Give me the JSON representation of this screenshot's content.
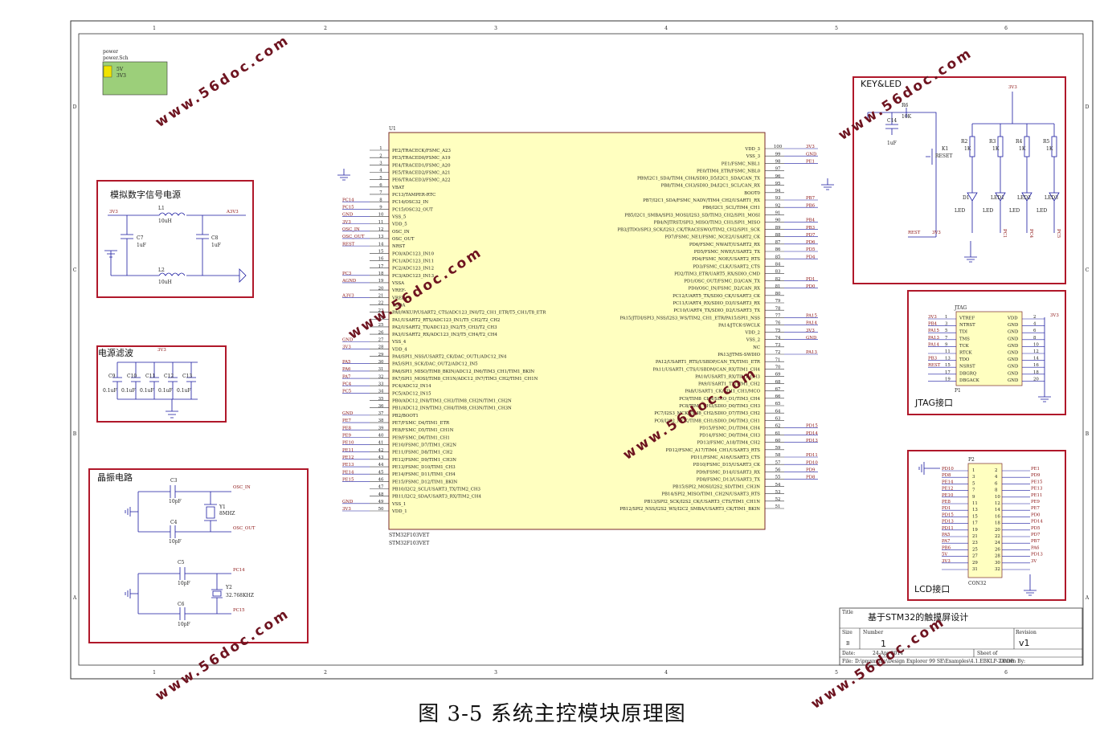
{
  "sheet": {
    "col_labels": [
      "1",
      "2",
      "3",
      "4",
      "5",
      "6"
    ],
    "row_labels": [
      "D",
      "C",
      "B",
      "A"
    ]
  },
  "power": {
    "title1": "power",
    "title2": "power.Sch",
    "port1": "5V",
    "port2": "3V3"
  },
  "analog_block": {
    "title": "模拟数字信号电源",
    "net_in": "3V3",
    "net_out": "A3V3",
    "l1": "L1",
    "l1_val": "10uH",
    "l2": "L2",
    "l2_val": "10uH",
    "c7": "C7",
    "c7_val": "1uF",
    "c8": "C8",
    "c8_val": "1uF"
  },
  "filter_block": {
    "title": "电源滤波",
    "net": "3V3",
    "caps": [
      "C9",
      "C10",
      "C11",
      "C12",
      "C13"
    ],
    "cap_val": "0.1uF"
  },
  "crystal_block": {
    "title": "晶振电路",
    "c3": "C3",
    "c3_val": "10pF",
    "c4": "C4",
    "c4_val": "10pF",
    "y1": "Y1",
    "y1_val": "8MHZ",
    "osc_in": "OSC_IN",
    "osc_out": "OSC_OUT",
    "c5": "C5",
    "c5_val": "10pF",
    "c6": "C6",
    "c6_val": "10pF",
    "y2": "Y2",
    "y2_val": "32.768KHZ",
    "pc14": "PC14",
    "pc15": "PC15"
  },
  "mcu": {
    "ref": "U1",
    "part1": "STM32F103VET",
    "part2": "STM32F103VET",
    "left_pins": [
      {
        "n": "1",
        "name": "PE2/TRACECK/FSMC_A23",
        "net": ""
      },
      {
        "n": "2",
        "name": "PE3/TRACED0/FSMC_A19",
        "net": ""
      },
      {
        "n": "3",
        "name": "PE4/TRACED1/FSMC_A20",
        "net": ""
      },
      {
        "n": "4",
        "name": "PE5/TRACED2/FSMC_A21",
        "net": ""
      },
      {
        "n": "5",
        "name": "PE6/TRACED3/FSMC_A22",
        "net": ""
      },
      {
        "n": "6",
        "name": "VBAT",
        "net": ""
      },
      {
        "n": "7",
        "name": "PC13/TAMPER-RTC",
        "net": ""
      },
      {
        "n": "8",
        "name": "PC14/OSC32_IN",
        "net": "PC14"
      },
      {
        "n": "9",
        "name": "PC15/OSC32_OUT",
        "net": "PC15"
      },
      {
        "n": "10",
        "name": "VSS_5",
        "net": "GND"
      },
      {
        "n": "11",
        "name": "VDD_5",
        "net": "3V3"
      },
      {
        "n": "12",
        "name": "OSC_IN",
        "net": "OSC_IN"
      },
      {
        "n": "13",
        "name": "OSC_OUT",
        "net": "OSC_OUT"
      },
      {
        "n": "14",
        "name": "NRST",
        "net": "REST"
      },
      {
        "n": "15",
        "name": "PC0/ADC123_IN10",
        "net": ""
      },
      {
        "n": "16",
        "name": "PC1/ADC123_IN11",
        "net": ""
      },
      {
        "n": "17",
        "name": "PC2/ADC123_IN12",
        "net": ""
      },
      {
        "n": "18",
        "name": "PC3/ADC123_IN13",
        "net": "PC3"
      },
      {
        "n": "19",
        "name": "VSSA",
        "net": "AGND"
      },
      {
        "n": "20",
        "name": "VREF-",
        "net": ""
      },
      {
        "n": "21",
        "name": "VREF+",
        "net": "A3V3"
      },
      {
        "n": "22",
        "name": "VDDA",
        "net": ""
      },
      {
        "n": "23",
        "name": "PA0/WKUP/USART2_CTS/ADC123_IN0/T2_CH1_ETR/T5_CH1/T8_ETR",
        "net": ""
      },
      {
        "n": "24",
        "name": "PA1/USART2_RTS/ADC123_IN1/T5_CH2/T2_CH2",
        "net": ""
      },
      {
        "n": "25",
        "name": "PA2/USART2_TX/ADC123_IN2/T5_CH3/T2_CH3",
        "net": ""
      },
      {
        "n": "26",
        "name": "PA3/USART2_RX/ADC123_IN3/T5_CH4/T2_CH4",
        "net": ""
      },
      {
        "n": "27",
        "name": "VSS_4",
        "net": "GND"
      },
      {
        "n": "28",
        "name": "VDD_4",
        "net": "3V3"
      },
      {
        "n": "29",
        "name": "PA4/SPI1_NSS/USART2_CK/DAC_OUT1/ADC12_IN4",
        "net": ""
      },
      {
        "n": "30",
        "name": "PA5/SPI1_SCK/DAC_OUT2/ADC12_IN5",
        "net": "PA5"
      },
      {
        "n": "31",
        "name": "PA6/SPI1_MISO/TIM8_BKIN/ADC12_IN6/TIM3_CH1/TIM1_BKIN",
        "net": "PA6"
      },
      {
        "n": "32",
        "name": "PA7/SPI1_MOSI/TIM8_CH1N/ADC12_IN7/TIM3_CH2/TIM1_CH1N",
        "net": "PA7"
      },
      {
        "n": "33",
        "name": "PC4/ADC12_IN14",
        "net": "PC4"
      },
      {
        "n": "34",
        "name": "PC5/ADC12_IN15",
        "net": "PC5"
      },
      {
        "n": "35",
        "name": "PB0/ADC12_IN8/TIM3_CH3/TIM8_CH2N/TIM1_CH2N",
        "net": ""
      },
      {
        "n": "36",
        "name": "PB1/ADC12_IN9/TIM3_CH4/TIM8_CH3N/TIM1_CH3N",
        "net": ""
      },
      {
        "n": "37",
        "name": "PB2/BOOT1",
        "net": "GND"
      },
      {
        "n": "38",
        "name": "PE7/FSMC_D4/TIM1_ETR",
        "net": "PE7"
      },
      {
        "n": "39",
        "name": "PE8/FSMC_D5/TIM1_CH1N",
        "net": "PE8"
      },
      {
        "n": "40",
        "name": "PE9/FSMC_D6/TIM1_CH1",
        "net": "PE9"
      },
      {
        "n": "41",
        "name": "PE10/FSMC_D7/TIM1_CH2N",
        "net": "PE10"
      },
      {
        "n": "42",
        "name": "PE11/FSMC_D8/TIM1_CH2",
        "net": "PE11"
      },
      {
        "n": "43",
        "name": "PE12/FSMC_D9/TIM1_CH3N",
        "net": "PE12"
      },
      {
        "n": "44",
        "name": "PE13/FSMC_D10/TIM1_CH3",
        "net": "PE13"
      },
      {
        "n": "45",
        "name": "PE14/FSMC_D11/TIM1_CH4",
        "net": "PE14"
      },
      {
        "n": "46",
        "name": "PE15/FSMC_D12/TIM1_BKIN",
        "net": "PE15"
      },
      {
        "n": "47",
        "name": "PB10/I2C2_SCL/USART3_TX/TIM2_CH3",
        "net": ""
      },
      {
        "n": "48",
        "name": "PB11/I2C2_SDA/USART3_RX/TIM2_CH4",
        "net": ""
      },
      {
        "n": "49",
        "name": "VSS_1",
        "net": "GND"
      },
      {
        "n": "50",
        "name": "VDD_1",
        "net": "3V3"
      }
    ],
    "right_pins": [
      {
        "n": "100",
        "name": "VDD_3",
        "net": "3V3"
      },
      {
        "n": "99",
        "name": "VSS_3",
        "net": "GND"
      },
      {
        "n": "98",
        "name": "PE1/FSMC_NBL1",
        "net": "PE1"
      },
      {
        "n": "97",
        "name": "PE0/TIM4_ETR/FSMC_NBL0",
        "net": ""
      },
      {
        "n": "96",
        "name": "PB9/I2C1_SDA/TIM4_CH4/SDIO_D5/I2C1_SDA/CAN_TX",
        "net": ""
      },
      {
        "n": "95",
        "name": "PB8/TIM4_CH3/SDIO_D4/I2C1_SCL/CAN_RX",
        "net": ""
      },
      {
        "n": "94",
        "name": "BOOT0",
        "net": ""
      },
      {
        "n": "93",
        "name": "PB7/I2C1_SDA/FSMC_NADV/TIM4_CH2/USART1_RX",
        "net": "PB7"
      },
      {
        "n": "92",
        "name": "PB6/I2C1_SCL/TIM4_CH1",
        "net": "PB6"
      },
      {
        "n": "91",
        "name": "PB5/I2C1_SMBA/SPI3_MOSI/I2S3_SD/TIM3_CH2/SPI1_MOSI",
        "net": ""
      },
      {
        "n": "90",
        "name": "PB4/NJTRST/SPI3_MISO/TIM3_CH1/SPI1_MISO",
        "net": "PB4"
      },
      {
        "n": "89",
        "name": "PB3/JTDO/SPI3_SCK/I2S3_CK/TRACESWO/TIM2_CH2/SPI1_SCK",
        "net": "PB3"
      },
      {
        "n": "88",
        "name": "PD7/FSMC_NE1/FSMC_NCE2/USART2_CK",
        "net": "PD7"
      },
      {
        "n": "87",
        "name": "PD6/FSMC_NWAIT/USART2_RX",
        "net": "PD6"
      },
      {
        "n": "86",
        "name": "PD5/FSMC_NWE/USART2_TX",
        "net": "PD5"
      },
      {
        "n": "85",
        "name": "PD4/FSMC_NOE/USART2_RTS",
        "net": "PD4"
      },
      {
        "n": "84",
        "name": "PD3/FSMC_CLK/USART2_CTS",
        "net": ""
      },
      {
        "n": "83",
        "name": "PD2/TIM3_ETR/UART5_RX/SDIO_CMD",
        "net": ""
      },
      {
        "n": "82",
        "name": "PD1/OSC_OUT/FSMC_D3/CAN_TX",
        "net": "PD1"
      },
      {
        "n": "81",
        "name": "PD0/OSC_IN/FSMC_D2/CAN_RX",
        "net": "PD0"
      },
      {
        "n": "80",
        "name": "PC12/UART5_TX/SDIO_CK/USART3_CK",
        "net": ""
      },
      {
        "n": "79",
        "name": "PC11/UART4_RX/SDIO_D3/USART3_RX",
        "net": ""
      },
      {
        "n": "78",
        "name": "PC10/UART4_TX/SDIO_D2/USART3_TX",
        "net": ""
      },
      {
        "n": "77",
        "name": "PA15/JTDI/SPI3_NSS/I2S3_WS/TIM2_CH1_ETR/PA15/SPI1_NSS",
        "net": "PA15"
      },
      {
        "n": "76",
        "name": "PA14/JTCK-SWCLK",
        "net": "PA14"
      },
      {
        "n": "75",
        "name": "VDD_2",
        "net": "3V3"
      },
      {
        "n": "74",
        "name": "VSS_2",
        "net": "GND"
      },
      {
        "n": "73",
        "name": "NC",
        "net": ""
      },
      {
        "n": "72",
        "name": "PA13/JTMS-SWDIO",
        "net": "PA13"
      },
      {
        "n": "71",
        "name": "PA12/USART1_RTS/USBDP/CAN_TX/TIM1_ETR",
        "net": ""
      },
      {
        "n": "70",
        "name": "PA11/USART1_CTS/USBDM/CAN_RX/TIM1_CH4",
        "net": ""
      },
      {
        "n": "69",
        "name": "PA10/USART1_RX/TIM1_CH3",
        "net": ""
      },
      {
        "n": "68",
        "name": "PA9/USART1_TX/TIM1_CH2",
        "net": ""
      },
      {
        "n": "67",
        "name": "PA8/USART1_CK/TIM1_CH1/MCO",
        "net": ""
      },
      {
        "n": "66",
        "name": "PC9/TIM8_CH4/SDIO_D1/TIM3_CH4",
        "net": ""
      },
      {
        "n": "65",
        "name": "PC8/TIM8_CH3/SDIO_D0/TIM3_CH3",
        "net": ""
      },
      {
        "n": "64",
        "name": "PC7/I2S3_MCK/TIM8_CH2/SDIO_D7/TIM3_CH2",
        "net": ""
      },
      {
        "n": "63",
        "name": "PC6/I2S2_MCK/TIM8_CH1/SDIO_D6/TIM3_CH1",
        "net": ""
      },
      {
        "n": "62",
        "name": "PD15/FSMC_D1/TIM4_CH4",
        "net": "PD15"
      },
      {
        "n": "61",
        "name": "PD14/FSMC_D0/TIM4_CH3",
        "net": "PD14"
      },
      {
        "n": "60",
        "name": "PD13/FSMC_A18/TIM4_CH2",
        "net": "PD13"
      },
      {
        "n": "59",
        "name": "PD12/FSMC_A17/TIM4_CH1/USART3_RTS",
        "net": ""
      },
      {
        "n": "58",
        "name": "PD11/FSMC_A16/USART3_CTS",
        "net": "PD11"
      },
      {
        "n": "57",
        "name": "PD10/FSMC_D15/USART3_CK",
        "net": "PD10"
      },
      {
        "n": "56",
        "name": "PD9/FSMC_D14/USART3_RX",
        "net": "PD9"
      },
      {
        "n": "55",
        "name": "PD8/FSMC_D13/USART3_TX",
        "net": "PD8"
      },
      {
        "n": "54",
        "name": "PB15/SPI2_MOSI/I2S2_SD/TIM1_CH3N",
        "net": ""
      },
      {
        "n": "53",
        "name": "PB14/SPI2_MISO/TIM1_CH2N/USART3_RTS",
        "net": ""
      },
      {
        "n": "52",
        "name": "PB13/SPI2_SCK/I2S2_CK/USART3_CTS/TIM1_CH1N",
        "net": ""
      },
      {
        "n": "51",
        "name": "PB12/SPI2_NSS/I2S2_WS/I2C2_SMBA/USART3_CK/TIM1_BKIN",
        "net": ""
      }
    ]
  },
  "key_led": {
    "title": "KEY&LED",
    "net_top": "3V3",
    "r6": "R6",
    "r6_val": "10K",
    "c14": "C14",
    "c14_val": "1uF",
    "k1": "K1",
    "k1_name": "RESET",
    "rest": "REST",
    "v33": "3V3",
    "resistors": [
      {
        "ref": "R2",
        "val": "1K"
      },
      {
        "ref": "R3",
        "val": "1K"
      },
      {
        "ref": "R4",
        "val": "1K"
      },
      {
        "ref": "R5",
        "val": "1K"
      }
    ],
    "leds": [
      {
        "ref": "LED",
        "net": ""
      },
      {
        "ref": "LED",
        "net": "PC1"
      },
      {
        "ref": "LED",
        "net": "PC4"
      },
      {
        "ref": "LED",
        "net": "PC5"
      }
    ],
    "d_labels": [
      "D1",
      "LED1",
      "LED2",
      "LED3"
    ]
  },
  "jtag": {
    "title": "JTAG接口",
    "ref": "JTAG",
    "p1": "P1",
    "v33": "3V3",
    "rows": [
      {
        "net": "3V3",
        "n": "1",
        "name": "VTREF",
        "r": "VDD",
        "rn": "2"
      },
      {
        "net": "PB4",
        "n": "3",
        "name": "NTRST",
        "r": "GND",
        "rn": "4"
      },
      {
        "net": "PA15",
        "n": "5",
        "name": "TDI",
        "r": "GND",
        "rn": "6"
      },
      {
        "net": "PA13",
        "n": "7",
        "name": "TMS",
        "r": "GND",
        "rn": "8"
      },
      {
        "net": "PA14",
        "n": "9",
        "name": "TCK",
        "r": "GND",
        "rn": "10"
      },
      {
        "net": "",
        "n": "11",
        "name": "RTCK",
        "r": "GND",
        "rn": "12"
      },
      {
        "net": "PB3",
        "n": "13",
        "name": "TDO",
        "r": "GND",
        "rn": "14"
      },
      {
        "net": "REST",
        "n": "15",
        "name": "NSRST",
        "r": "GND",
        "rn": "16"
      },
      {
        "net": "",
        "n": "17",
        "name": "DBGRQ",
        "r": "GND",
        "rn": "18"
      },
      {
        "net": "",
        "n": "19",
        "name": "DBGACK",
        "r": "GND",
        "rn": "20"
      }
    ]
  },
  "lcd": {
    "title": "LCD接口",
    "ref": "P2",
    "part": "CON32",
    "left": [
      [
        "PD10",
        "1"
      ],
      [
        "PD8",
        "3"
      ],
      [
        "PE14",
        "5"
      ],
      [
        "PE12",
        "7"
      ],
      [
        "PE10",
        "9"
      ],
      [
        "PE8",
        "11"
      ],
      [
        "PD1",
        "13"
      ],
      [
        "PD15",
        "15"
      ],
      [
        "PD13",
        "17"
      ],
      [
        "PD11",
        "19"
      ],
      [
        "PA5",
        "21"
      ],
      [
        "PA7",
        "23"
      ],
      [
        "PB6",
        "25"
      ],
      [
        "5V",
        "27"
      ],
      [
        "3V3",
        "29"
      ],
      [
        "",
        "31"
      ]
    ],
    "right": [
      [
        "2",
        "PE1"
      ],
      [
        "4",
        "PD9"
      ],
      [
        "6",
        "PE15"
      ],
      [
        "8",
        "PE13"
      ],
      [
        "10",
        "PE11"
      ],
      [
        "12",
        "PE9"
      ],
      [
        "14",
        "PE7"
      ],
      [
        "16",
        "PD0"
      ],
      [
        "18",
        "PD14"
      ],
      [
        "20",
        "PD5"
      ],
      [
        "22",
        "PD7"
      ],
      [
        "24",
        "PB7"
      ],
      [
        "26",
        "PA6"
      ],
      [
        "28",
        "PD13"
      ],
      [
        "30",
        "3V"
      ],
      [
        "32",
        ""
      ]
    ]
  },
  "title_block": {
    "title_label": "Title",
    "title": "基于STM32的触摸屏设计",
    "size_label": "Size",
    "size": "B",
    "number_label": "Number",
    "number": "1",
    "rev_label": "Revision",
    "rev": "v1",
    "date_label": "Date:",
    "date": "24-Apr-2014",
    "sheet_label": "Sheet of",
    "file_label": "File:",
    "file": "D:\\pmxm\\file\\Design Explorer 99 SE\\Examples\\4.1.EBKLP-2.DDB",
    "drawn": "Drawn By:"
  },
  "watermark": "www.56doc.com",
  "caption": "图 3-5  系统主控模块原理图"
}
